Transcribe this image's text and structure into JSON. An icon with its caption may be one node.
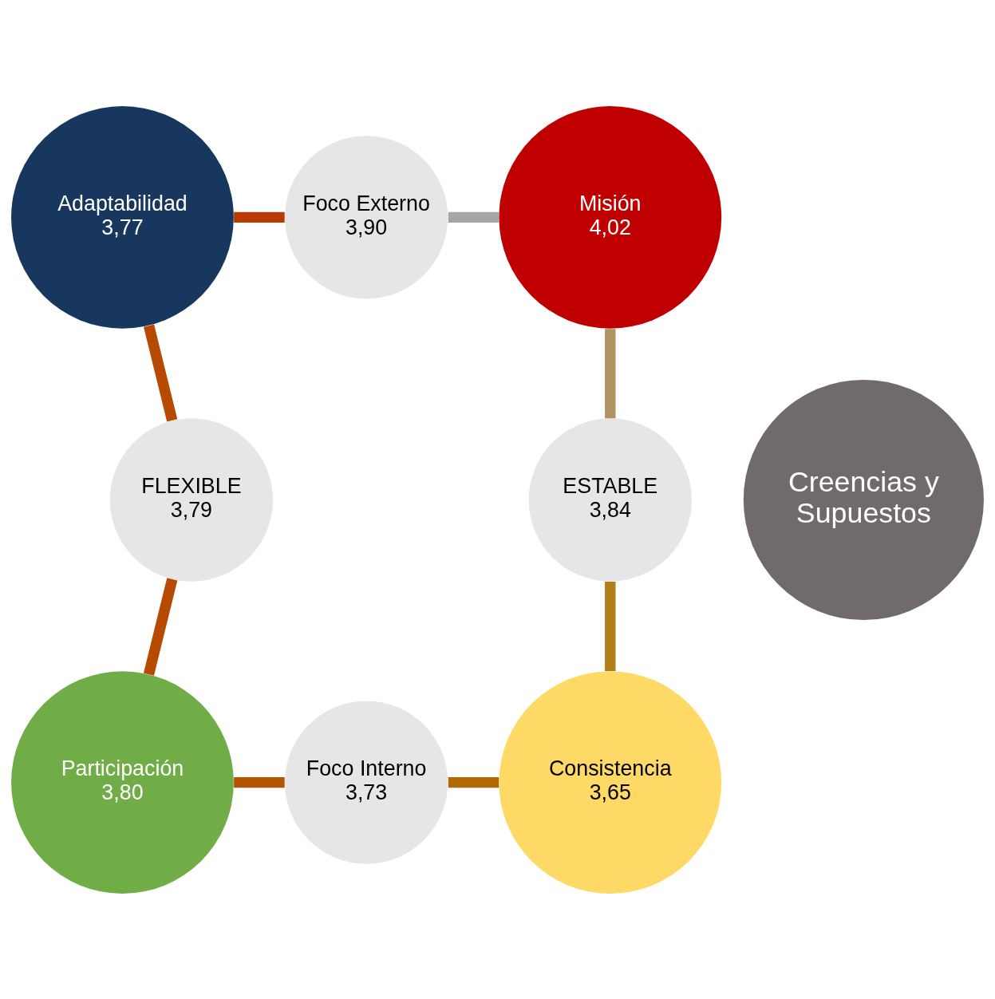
{
  "diagram": {
    "nodes": [
      {
        "text": [
          "Foco Externo",
          "3,90"
        ]
      },
      {
        "text": [
          "Misión",
          "4,02"
        ]
      },
      {
        "text": [
          "ESTABLE",
          "3,84"
        ]
      },
      {
        "text": [
          "Consistencia",
          "3,65"
        ]
      },
      {
        "text": [
          "Foco Interno",
          "3,73"
        ]
      },
      {
        "text": [
          "Participación",
          "3,80"
        ]
      },
      {
        "text": [
          "FLEXIBLE",
          "3,79"
        ]
      },
      {
        "text": [
          "Adaptabilidad",
          "3,77"
        ]
      },
      {
        "text": [
          "Creencias y Supuestos"
        ]
      }
    ],
    "edges": [
      {
        "from": 0,
        "to": 1,
        "arrow": "none",
        "color": "#a6a6a6"
      },
      {
        "from": 1,
        "to": 2,
        "arrow": "none",
        "color": "#b09560"
      },
      {
        "from": 2,
        "to": 3,
        "arrow": "none",
        "color": "#b07f1a"
      },
      {
        "from": 3,
        "to": 4,
        "arrow": "none",
        "color": "#b06a00"
      },
      {
        "from": 4,
        "to": 5,
        "arrow": "none",
        "color": "#b35400"
      },
      {
        "from": 5,
        "to": 6,
        "arrow": "none",
        "color": "#b54a00"
      },
      {
        "from": 6,
        "to": 7,
        "arrow": "none",
        "color": "#b54a00"
      },
      {
        "from": 7,
        "to": 0,
        "arrow": "none",
        "color": "#b83a00"
      }
    ]
  }
}
